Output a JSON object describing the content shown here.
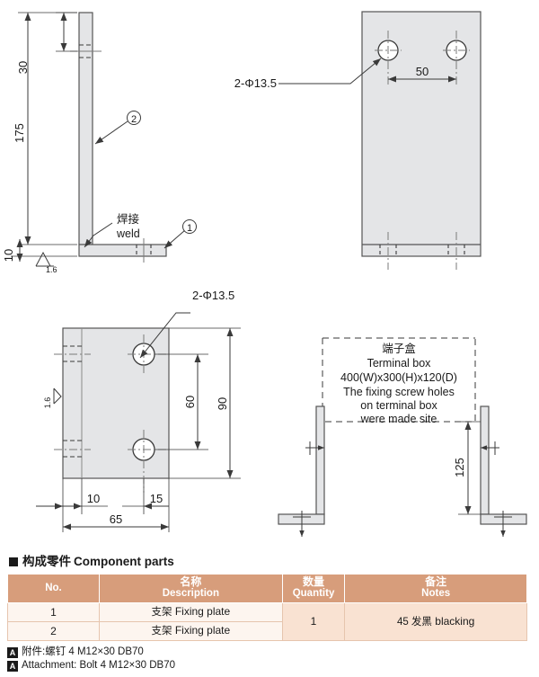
{
  "drawing": {
    "view_side": {
      "name": "side-view-bracket",
      "dim_30": "30",
      "dim_175": "175",
      "dim_10": "10",
      "weld_cn": "焊接",
      "weld_en": "weld",
      "weld_symbol": "1.6",
      "balloon_1": "①",
      "balloon_2": "②"
    },
    "view_front_plate": {
      "name": "front-view-plate",
      "hole_note": "2-Φ13.5",
      "dim_50": "50"
    },
    "view_base_plate": {
      "name": "base-plate-view",
      "hole_note": "2-Φ13.5",
      "dim_90": "90",
      "dim_60": "60",
      "dim_65": "65",
      "dim_10": "10",
      "dim_15": "15",
      "weld_symbol": "1.6"
    },
    "view_assembly": {
      "name": "assembly-terminal-box-view",
      "box_cn": "端子盒",
      "box_line1": "Terminal box",
      "box_line2": "400(W)x300(H)x120(D)",
      "box_line3": "The fixing screw holes",
      "box_line4": "on terminal box",
      "box_line5": "were made site",
      "dim_125": "125"
    }
  },
  "parts": {
    "title_cn": "构成零件",
    "title_en": "Component parts",
    "columns": [
      {
        "cn": "",
        "en": "No."
      },
      {
        "cn": "名称",
        "en": "Description"
      },
      {
        "cn": "数量",
        "en": "Quantity"
      },
      {
        "cn": "备注",
        "en": "Notes"
      }
    ],
    "rows": [
      {
        "no": "1",
        "desc_cn": "支架",
        "desc_en": "Fixing plate"
      },
      {
        "no": "2",
        "desc_cn": "支架",
        "desc_en": "Fixing plate"
      }
    ],
    "quantity": "1",
    "notes_cn": "45 发黑",
    "notes_en": "blacking"
  },
  "footnotes": [
    {
      "badge": "A",
      "text": "附件:螺钉  4  M12×30 DB70"
    },
    {
      "badge": "A",
      "text": "Attachment: Bolt  4  M12×30 DB70"
    }
  ],
  "colors": {
    "header_bg": "#d79d7b",
    "cell_light": "#fdf5ef",
    "cell_peach": "#f9e2d2",
    "metal_fill": "#e4e5e7",
    "line": "#3a3a3a"
  }
}
